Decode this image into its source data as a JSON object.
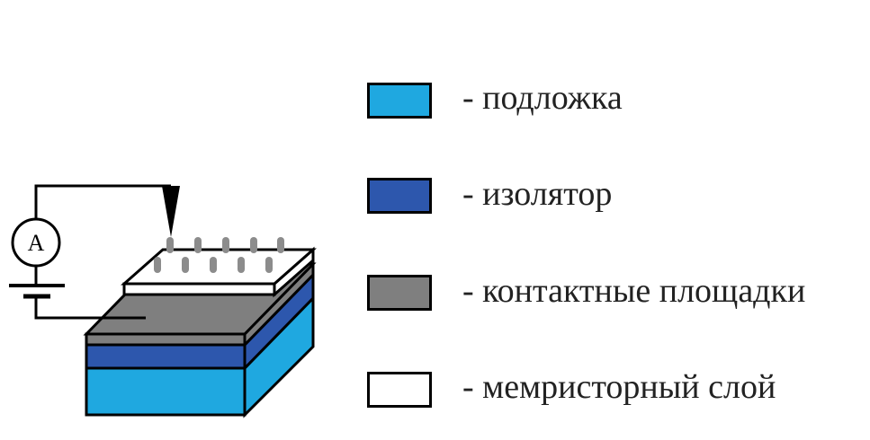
{
  "colors": {
    "substrate": "#1fa8e0",
    "insulator": "#2d57ad",
    "contacts": "#7f7f7f",
    "memristor": "#ffffff"
  },
  "diagram": {
    "ammeter_label": "A"
  },
  "legend": [
    {
      "key": "substrate",
      "text": "- подложка",
      "color": "#1fa8e0"
    },
    {
      "key": "insulator",
      "text": "- изолятор",
      "color": "#2d57ad"
    },
    {
      "key": "contacts",
      "text": "- контактные площадки",
      "color": "#7f7f7f"
    },
    {
      "key": "memristor",
      "text": "- мемристорный слой",
      "color": "#ffffff"
    }
  ]
}
